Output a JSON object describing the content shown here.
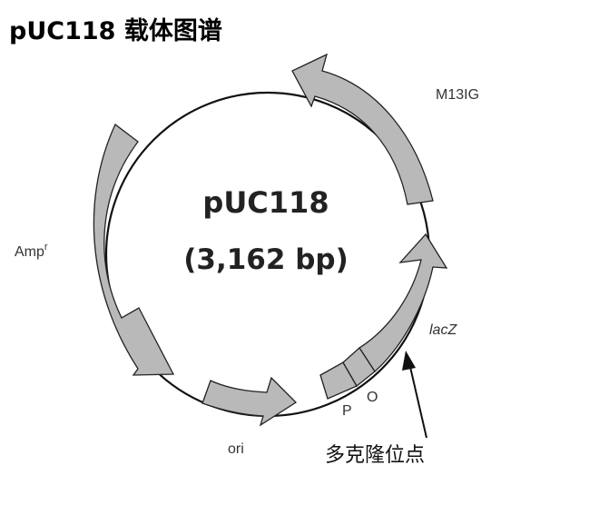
{
  "title": "pUC118 载体图谱",
  "plasmid": {
    "name": "pUC118",
    "size": "(3,162 bp)"
  },
  "features": {
    "m13ig": "M13IG",
    "amp": "Amp",
    "amp_sup": "r",
    "ori": "ori",
    "lacz": "lacZ",
    "promoter": "P",
    "operator": "O"
  },
  "mcs_label": "多克隆位点"
}
